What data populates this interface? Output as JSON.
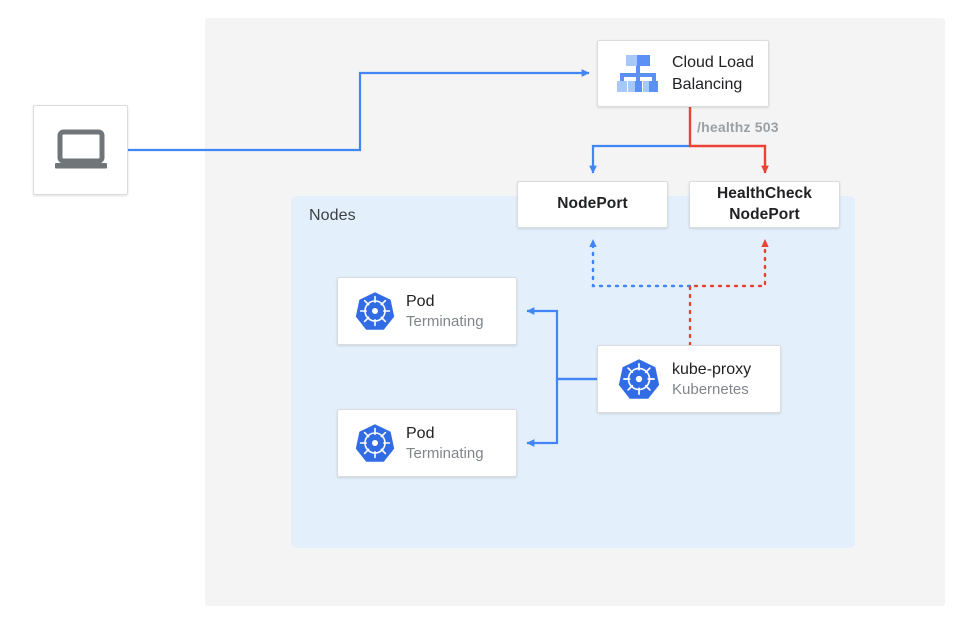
{
  "diagram": {
    "title": "Kubernetes NodePort health check failover diagram",
    "regions": {
      "outer_panel": {
        "name": "cloud-panel",
        "color": "#f4f4f4"
      },
      "nodes_panel": {
        "label": "Nodes",
        "color": "#e3f0fc"
      }
    },
    "colors": {
      "traffic_blue": "#4285f4",
      "health_red": "#ea4335",
      "k8s_blue": "#326ce5",
      "panel_gray": "#f4f4f4",
      "nodes_blue": "#e3f0fc",
      "text_primary": "#202124",
      "text_secondary": "#80868b",
      "icon_gray": "#70757a"
    },
    "nodes": [
      {
        "id": "client",
        "icon": "laptop-icon",
        "title": "",
        "subtitle": ""
      },
      {
        "id": "cloud_load_balancing",
        "icon": "cloud-load-balancing-icon",
        "title": "Cloud Load",
        "title2": "Balancing",
        "subtitle": ""
      },
      {
        "id": "nodeport",
        "icon": "",
        "title": "NodePort",
        "subtitle": ""
      },
      {
        "id": "healthcheck_nodeport",
        "icon": "",
        "title": "HealthCheck",
        "title2": "NodePort",
        "subtitle": ""
      },
      {
        "id": "pod_1",
        "icon": "kubernetes-icon",
        "title": "Pod",
        "subtitle": "Terminating"
      },
      {
        "id": "pod_2",
        "icon": "kubernetes-icon",
        "title": "Pod",
        "subtitle": "Terminating"
      },
      {
        "id": "kube_proxy",
        "icon": "kubernetes-icon",
        "title": "kube-proxy",
        "subtitle": "Kubernetes"
      }
    ],
    "edge_labels": {
      "healthz": "/healthz 503"
    }
  }
}
